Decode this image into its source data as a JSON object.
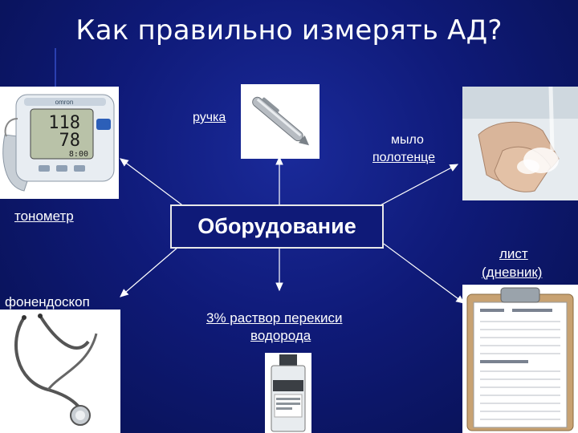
{
  "title": "Как правильно измерять АД?",
  "center": "Оборудование",
  "items": {
    "tonometer": "тонометр",
    "pen": "ручка",
    "soap": "мыло",
    "towel": "полотенце",
    "sheet": "лист",
    "diary": "(дневник)",
    "stethoscope": "фонендоскоп",
    "peroxide_line1": "3% раствор перекиси",
    "peroxide_line2": "водорода"
  },
  "monitor_display": {
    "brand": "omron",
    "systolic": "118",
    "diastolic": "78",
    "time": "8:00"
  },
  "colors": {
    "background": "#0f1a78",
    "text": "#ffffff",
    "arrow": "#ffffff"
  }
}
